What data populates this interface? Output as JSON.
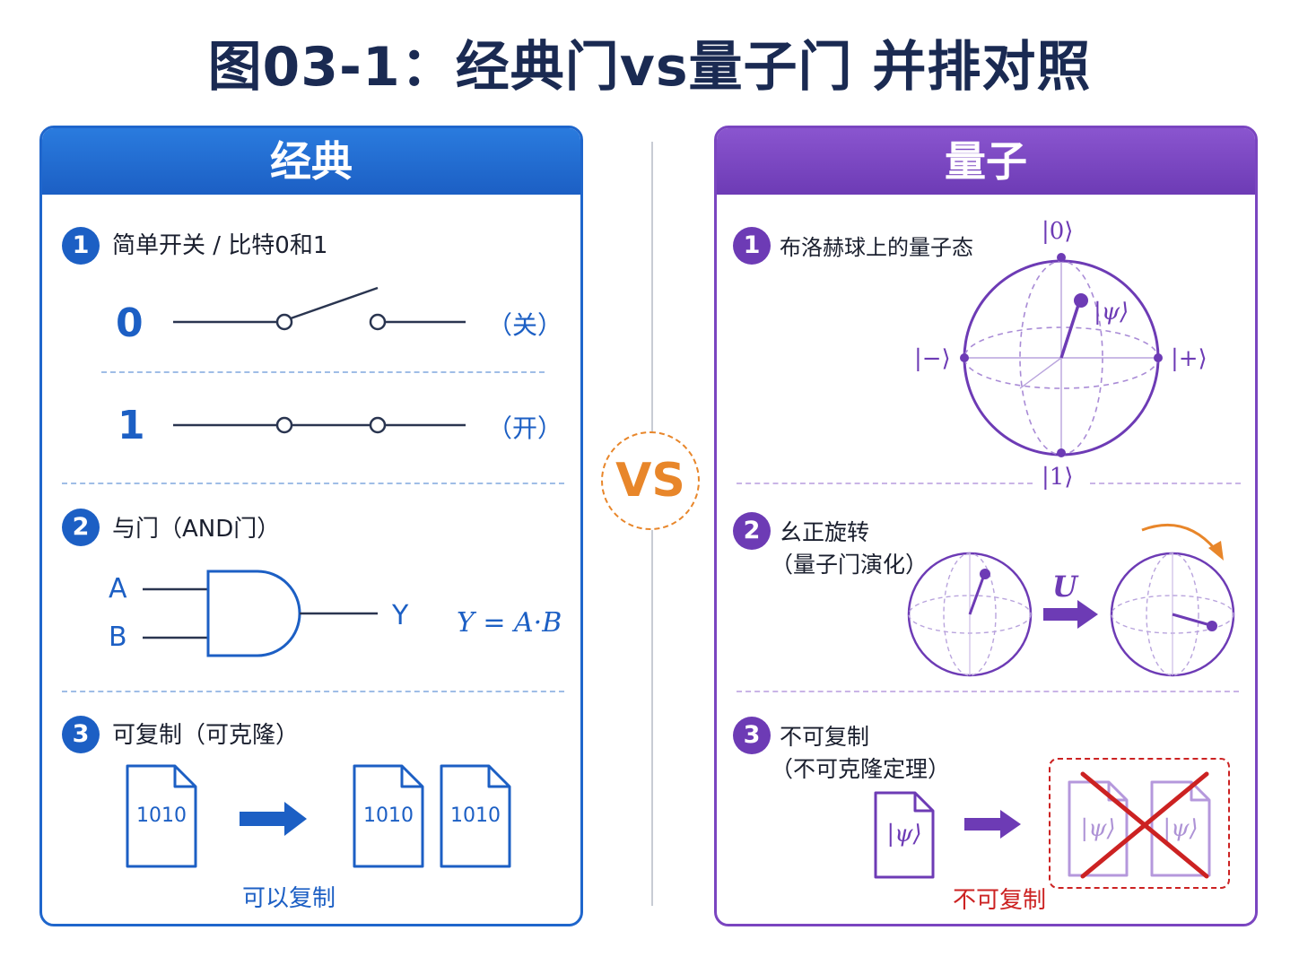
{
  "title": "图03-1：经典门vs量子门 并排对照",
  "vs_label": "VS",
  "colors": {
    "classical": "#1c5fc4",
    "quantum": "#6d3bb5",
    "accent": "#e8862a",
    "error": "#cc2222"
  },
  "classical": {
    "header": "经典",
    "step1": {
      "number": "1",
      "label": "简单开关 / 比特0和1",
      "bit0": "0",
      "bit0_state": "（关）",
      "bit1": "1",
      "bit1_state": "（开）"
    },
    "step2": {
      "number": "2",
      "label": "与门（AND门）",
      "input_a": "A",
      "input_b": "B",
      "output": "Y",
      "formula": "Y = A·B"
    },
    "step3": {
      "number": "3",
      "label": "可复制（可克隆）",
      "file_text": "1010",
      "caption": "可以复制"
    }
  },
  "quantum": {
    "header": "量子",
    "step1": {
      "number": "1",
      "label": "布洛赫球上的量子态",
      "ket_top": "|0⟩",
      "ket_bottom": "|1⟩",
      "ket_left": "|−⟩",
      "ket_right": "|+⟩",
      "ket_psi": "|ψ⟩"
    },
    "step2": {
      "number": "2",
      "label_line1": "幺正旋转",
      "label_line2": "（量子门演化）",
      "operator": "U"
    },
    "step3": {
      "number": "3",
      "label_line1": "不可复制",
      "label_line2": "（不可克隆定理）",
      "file_text": "|ψ⟩",
      "caption": "不可复制"
    }
  }
}
